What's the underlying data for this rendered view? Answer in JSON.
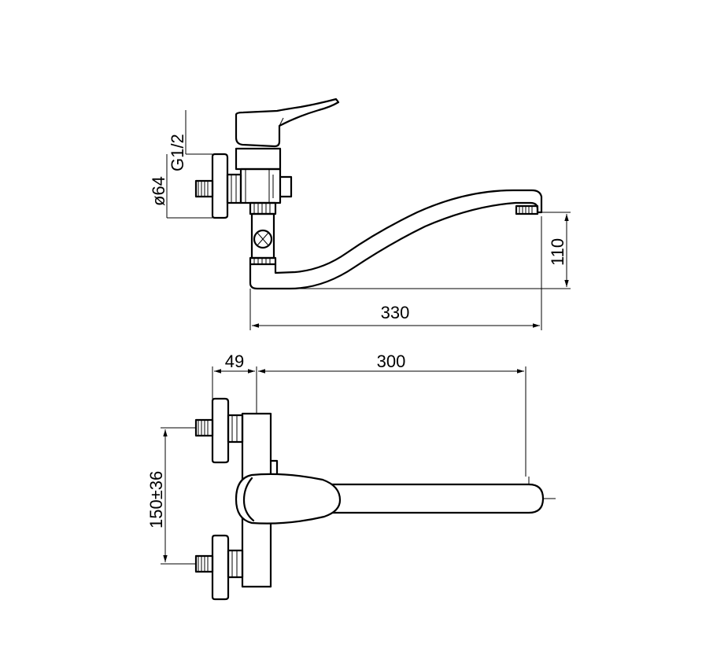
{
  "dimensions": {
    "thread": "G1/2",
    "diameter": "ø64",
    "spout_height": "110",
    "spout_reach": "330",
    "wall_offset": "49",
    "spout_length": "300",
    "inlet_spacing": "150±36"
  }
}
